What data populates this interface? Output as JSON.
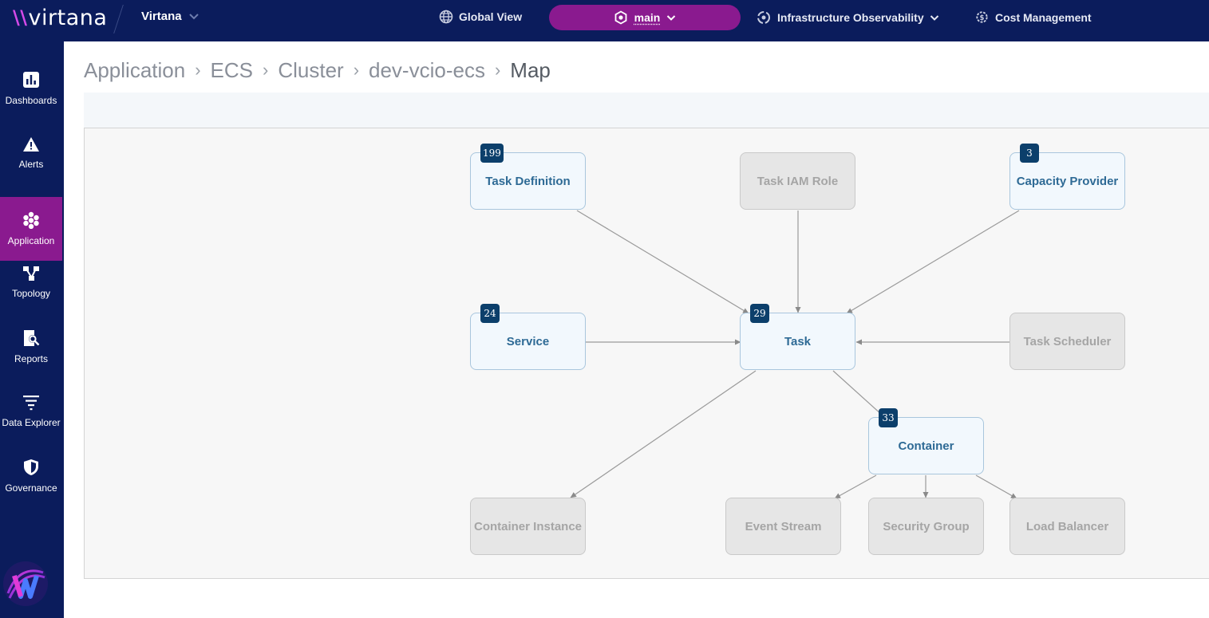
{
  "brand": {
    "logo_text": "virtana",
    "org_name": "Virtana"
  },
  "topnav": {
    "global_view": "Global View",
    "workspace": "main",
    "infra": "Infrastructure Observability",
    "cost": "Cost Management"
  },
  "sidebar": {
    "items": [
      {
        "label": "Dashboards"
      },
      {
        "label": "Alerts"
      },
      {
        "label": "Application"
      },
      {
        "label": "Topology"
      },
      {
        "label": "Reports"
      },
      {
        "label": "Data Explorer"
      },
      {
        "label": "Governance"
      }
    ],
    "active": "Application"
  },
  "breadcrumb": [
    "Application",
    "ECS",
    "Cluster",
    "dev-vcio-ecs",
    "Map"
  ],
  "map": {
    "nodes": {
      "task_definition": {
        "label": "Task Definition",
        "count": "199"
      },
      "task_iam_role": {
        "label": "Task IAM Role"
      },
      "capacity_provider": {
        "label": "Capacity Provider",
        "count": "3"
      },
      "service": {
        "label": "Service",
        "count": "24"
      },
      "task": {
        "label": "Task",
        "count": "29"
      },
      "task_scheduler": {
        "label": "Task Scheduler"
      },
      "container": {
        "label": "Container",
        "count": "33"
      },
      "container_instance": {
        "label": "Container Instance"
      },
      "event_stream": {
        "label": "Event Stream"
      },
      "security_group": {
        "label": "Security Group"
      },
      "load_balancer": {
        "label": "Load Balancer"
      }
    }
  },
  "colors": {
    "nav_bg": "#0b1c5c",
    "accent": "#8a1a8f",
    "node_active_text": "#2e6a95",
    "badge_bg": "#0c3f6b"
  }
}
